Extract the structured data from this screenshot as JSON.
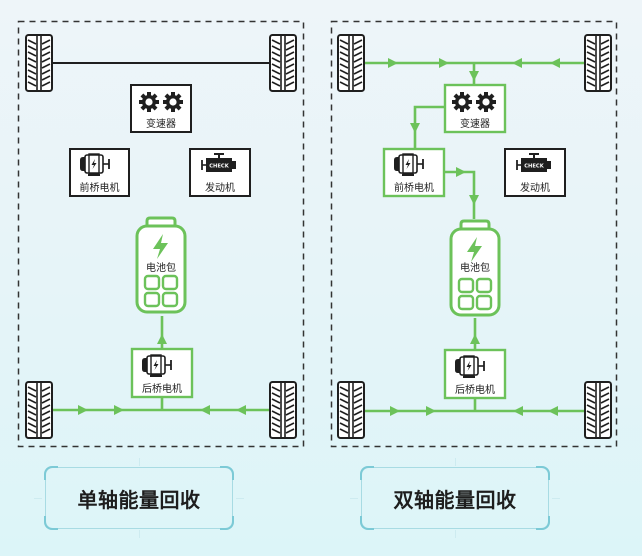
{
  "colors": {
    "flow_green": "#6cc25a",
    "dark": "#1f1f1f",
    "accent_cyan": "#7ccad6"
  },
  "panels": [
    {
      "id": "single",
      "title": "单轴能量回收",
      "components": {
        "transmission": {
          "label": "变速器",
          "active": false
        },
        "front_motor": {
          "label": "前桥电机",
          "active": false
        },
        "engine": {
          "label": "发动机",
          "active": false,
          "badge": "CHECK"
        },
        "battery": {
          "label": "电池包",
          "active": true
        },
        "rear_motor": {
          "label": "后桥电机",
          "active": true
        }
      },
      "front_axle_energy_flow": false,
      "rear_axle_energy_flow": true
    },
    {
      "id": "dual",
      "title": "双轴能量回收",
      "components": {
        "transmission": {
          "label": "变速器",
          "active": true
        },
        "front_motor": {
          "label": "前桥电机",
          "active": true
        },
        "engine": {
          "label": "发动机",
          "active": false,
          "badge": "CHECK"
        },
        "battery": {
          "label": "电池包",
          "active": true
        },
        "rear_motor": {
          "label": "后桥电机",
          "active": true
        }
      },
      "front_axle_energy_flow": true,
      "rear_axle_energy_flow": true
    }
  ]
}
